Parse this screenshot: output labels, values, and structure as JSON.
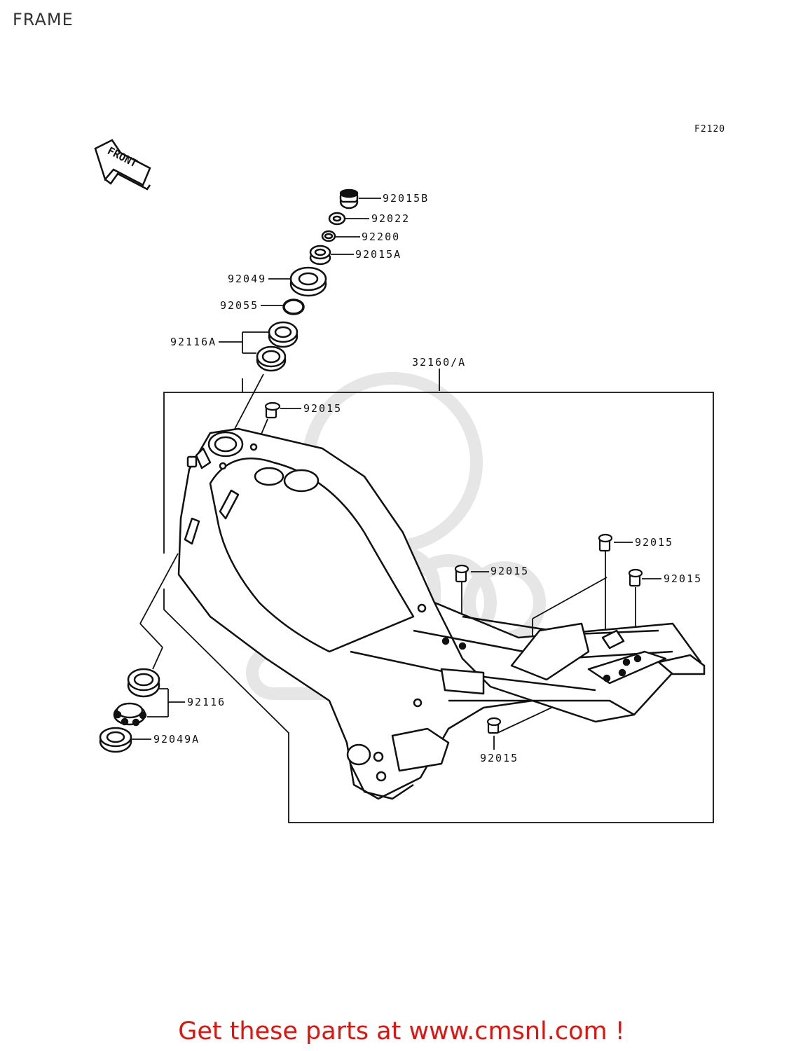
{
  "page": {
    "title": "FRAME",
    "diagram_code": "F2120"
  },
  "front_arrow_label": "FRONT",
  "labels": {
    "p92015b": "92015B",
    "p92022": "92022",
    "p92200": "92200",
    "p92015a": "92015A",
    "p92049": "92049",
    "p92055": "92055",
    "p92116a": "92116A",
    "p32160a": "32160/A",
    "p92015_top": "92015",
    "p92015_mid": "92015",
    "p92015_right1": "92015",
    "p92015_right2": "92015",
    "p92116": "92116",
    "p92049a": "92049A",
    "p92015_bottom": "92015"
  },
  "footer": {
    "text": "Get these parts at www.cmsnl.com !"
  },
  "colors": {
    "lines": "#111111",
    "watermark": "#e6e6e6",
    "footer": "#e0140f"
  }
}
